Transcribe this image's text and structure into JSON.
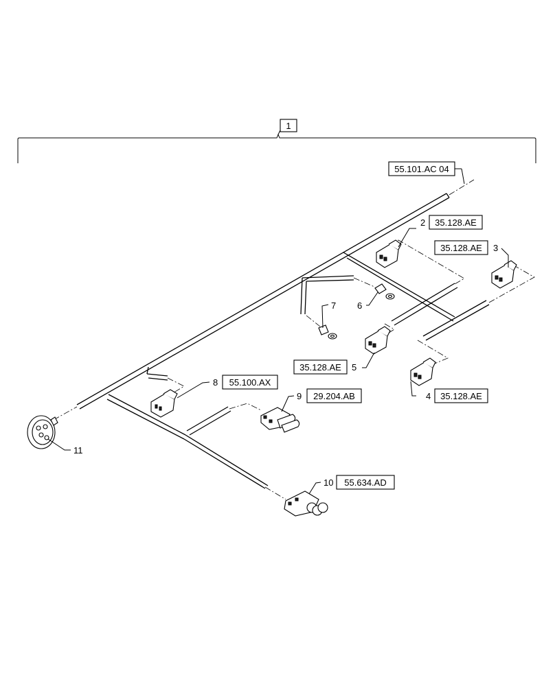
{
  "assembly_item": "1",
  "callouts": [
    {
      "id": "c2",
      "item": "2",
      "ref": "35.128.AE"
    },
    {
      "id": "c3",
      "item": "3",
      "ref": "35.128.AE"
    },
    {
      "id": "c4",
      "item": "4",
      "ref": "35.128.AE"
    },
    {
      "id": "c5",
      "item": "5",
      "ref": "35.128.AE"
    },
    {
      "id": "c6",
      "item": "6",
      "ref": ""
    },
    {
      "id": "c7",
      "item": "7",
      "ref": ""
    },
    {
      "id": "c8",
      "item": "8",
      "ref": "55.100.AX"
    },
    {
      "id": "c9",
      "item": "9",
      "ref": "29.204.AB"
    },
    {
      "id": "c10",
      "item": "10",
      "ref": "55.634.AD"
    },
    {
      "id": "c11",
      "item": "11",
      "ref": ""
    }
  ],
  "continuation_ref": "55.101.AC 04"
}
